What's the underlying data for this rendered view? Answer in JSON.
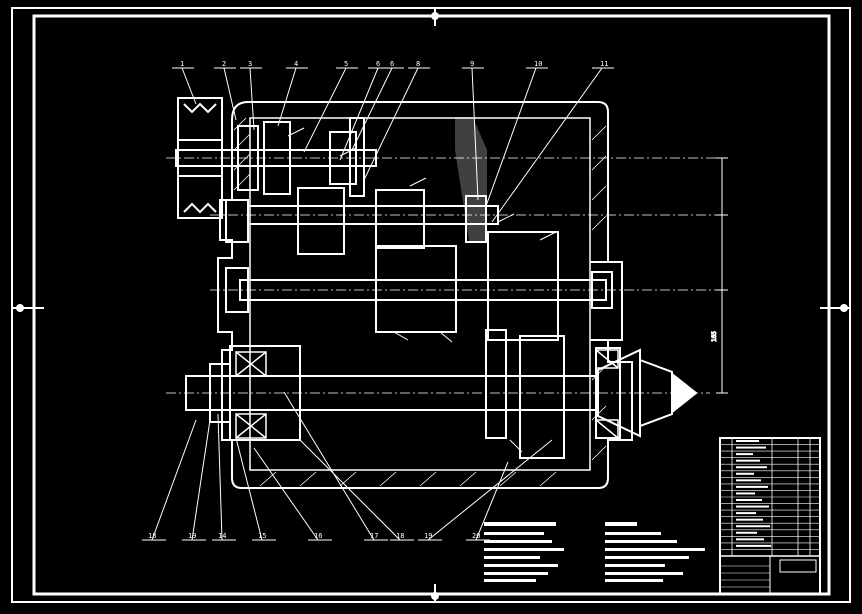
{
  "drawing": {
    "background": "#000000",
    "line_color": "#ffffff",
    "balloons_top": [
      "1",
      "2",
      "3",
      "4",
      "5",
      "6",
      "6",
      "8",
      "9",
      "10",
      "11"
    ],
    "balloons_bottom": [
      "18",
      "19",
      "14",
      "15",
      "16",
      "17",
      "18",
      "19",
      "20"
    ],
    "dimension_label": "165"
  },
  "title_block": {
    "rows": 18
  }
}
